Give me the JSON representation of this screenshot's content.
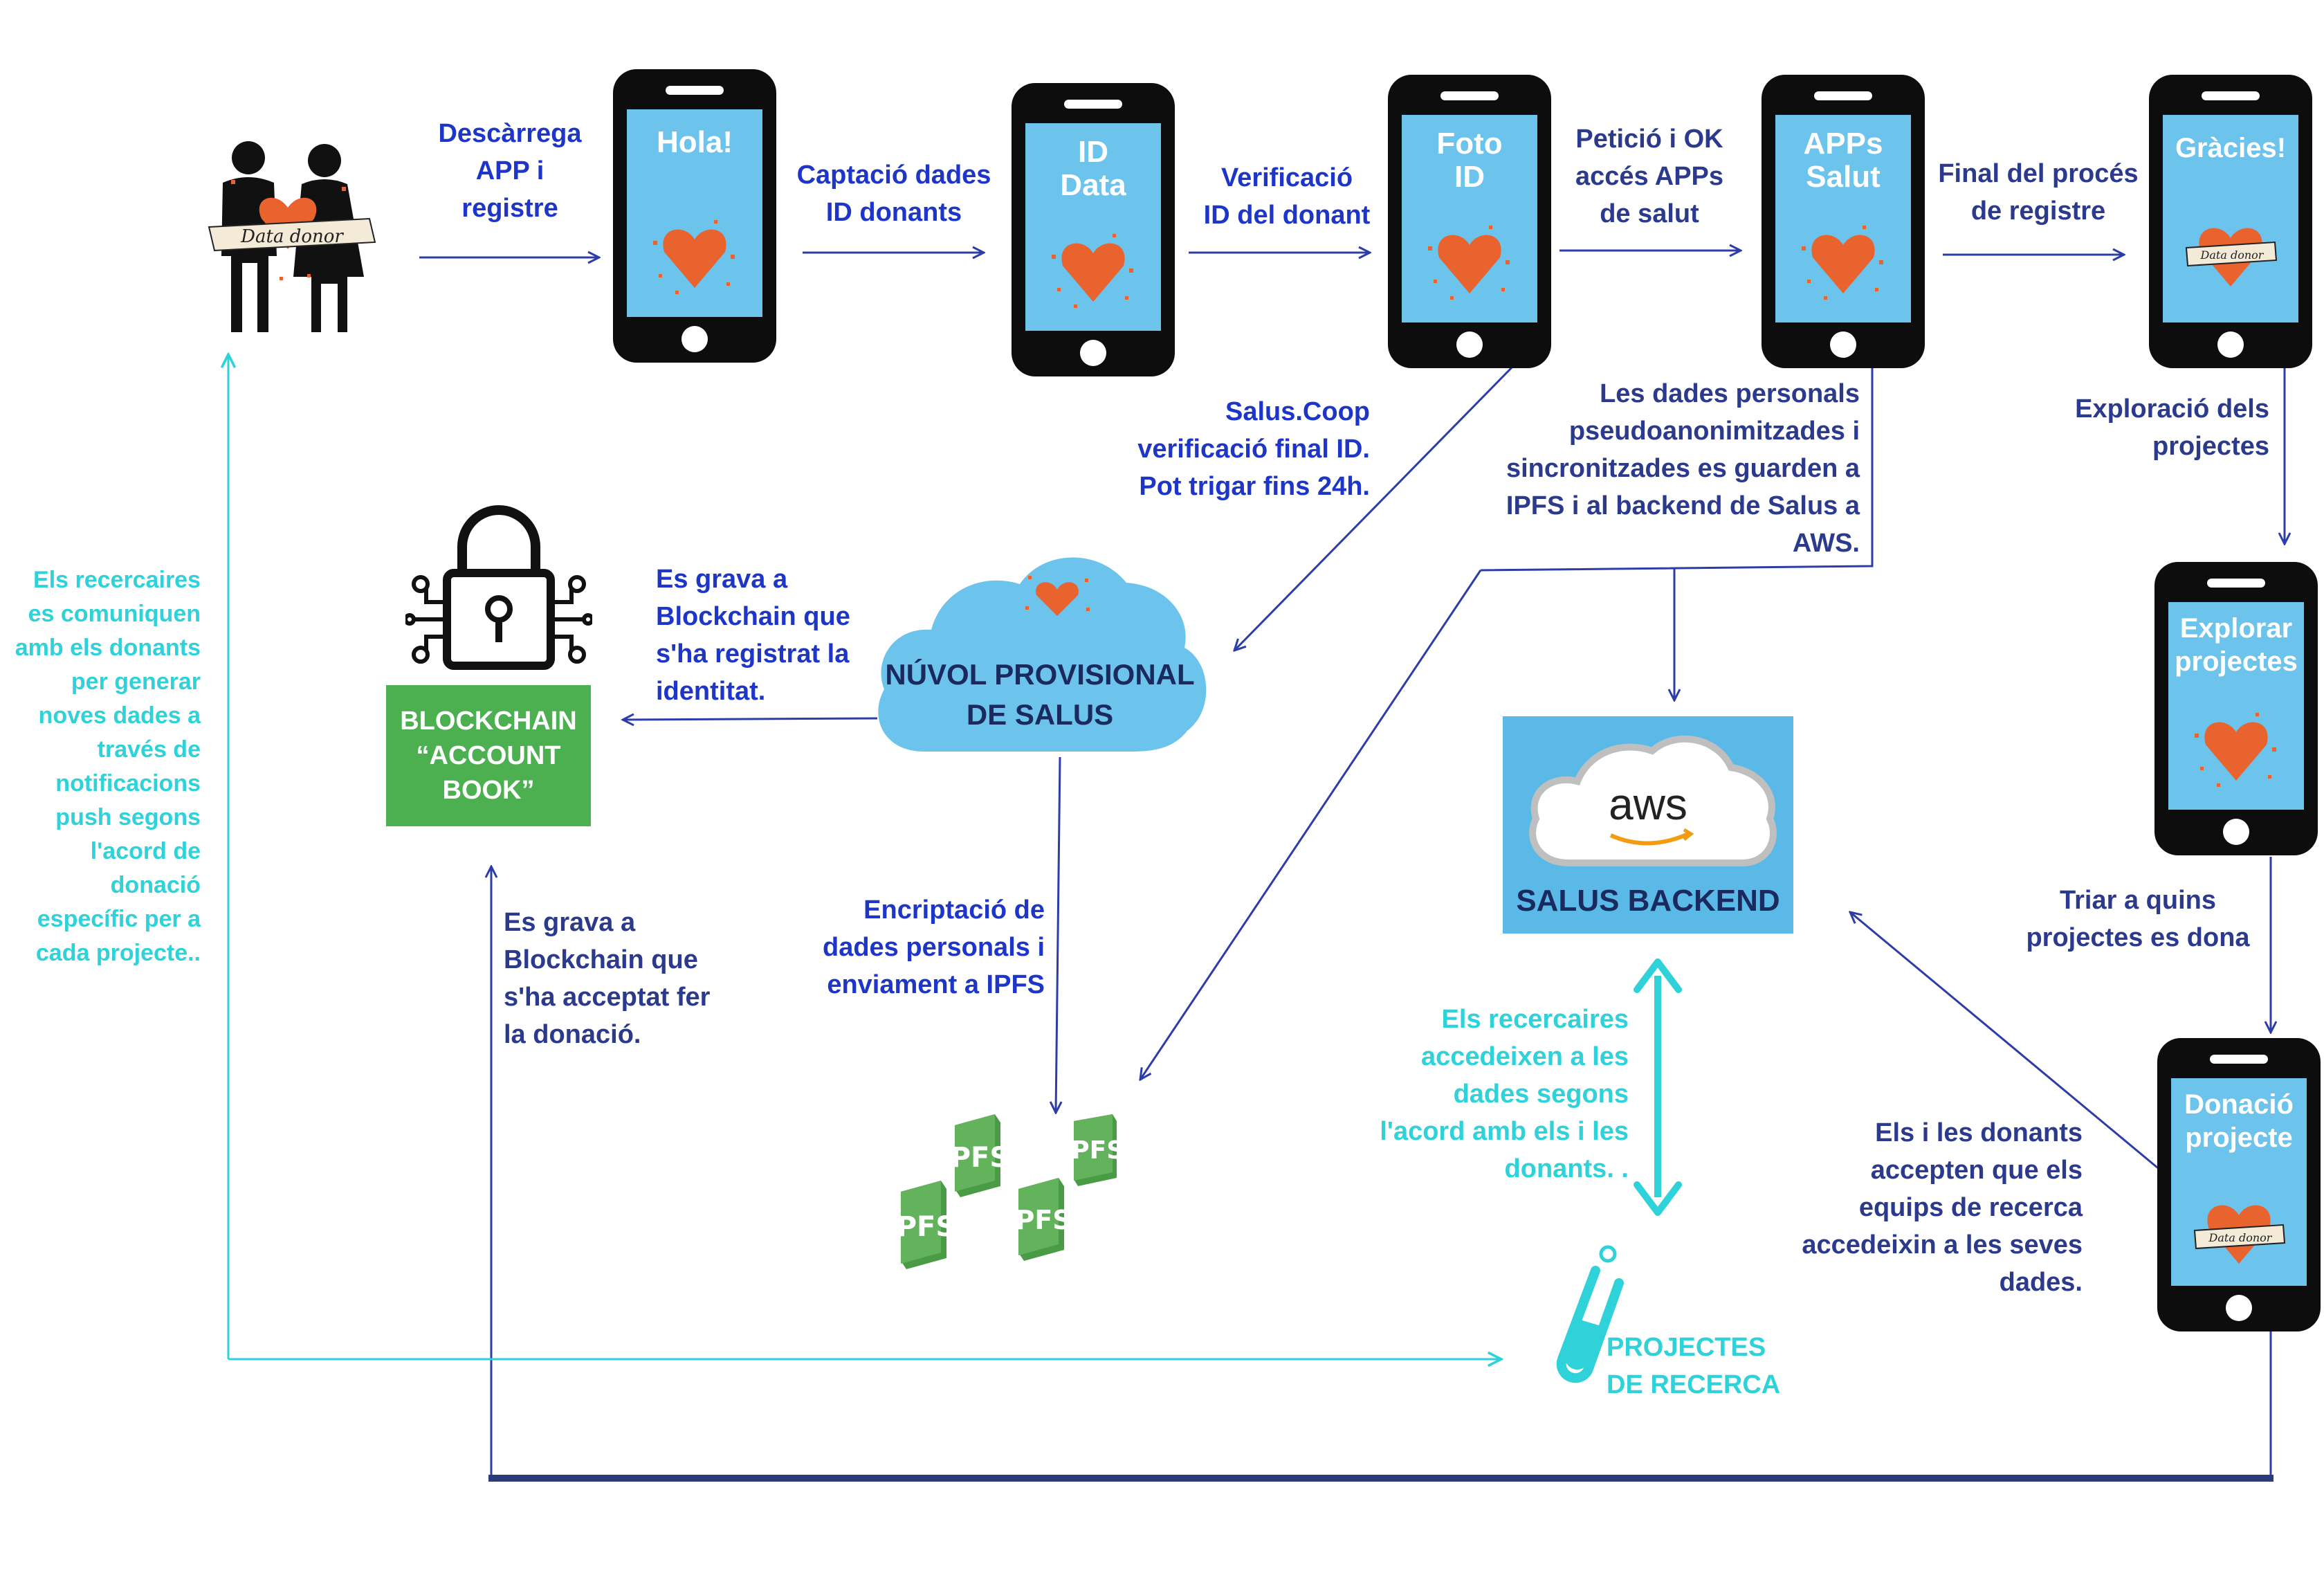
{
  "phones": [
    {
      "id": "hola",
      "title": "Hola!"
    },
    {
      "id": "iddata",
      "title": "ID\nData"
    },
    {
      "id": "fotoid",
      "title": "Foto\nID"
    },
    {
      "id": "appssalut",
      "title": "APPs\nSalut"
    },
    {
      "id": "gracies",
      "title": "Gràcies!"
    },
    {
      "id": "explorar",
      "title": "Explorar\nprojectes"
    },
    {
      "id": "donacio",
      "title": "Donació\nprojecte"
    }
  ],
  "flow_labels": {
    "descarrega": "Descàrrega\nAPP  i\nregistre",
    "captacio": "Captació dades\nID donants",
    "verificacio": "Verificació\nID del donant",
    "peticio": "Petició i OK\naccés APPs\nde salut",
    "final": "Final del procés\nde registre",
    "exploracio": "Exploració dels\nprojectes",
    "triar": "Triar a quins\nprojectes es dona",
    "salus_coop": "Salus.Coop\nverificació final ID.\nPot trigar fins 24h.",
    "dades_personals": "Les dades personals\npseudoanonimitzades  i\nsincronitzades es guarden a\nIPFS i al backend de Salus a\nAWS.",
    "es_grava_identitat": "Es grava  a\nBlockchain que\ns'ha registrat la\nidentitat.",
    "encriptacio": "Encriptació de\ndades personals i\nenviament a IPFS",
    "es_grava_donacio": "Es grava a\nBlockchain que\ns'ha acceptat fer\nla donació.",
    "donants_accepten": "Els i les donants\naccepten que els\nequips de recerca\naccedeixin a les seves\ndades.",
    "recercaires_comuniquen": "Els recercaires\nes comuniquen\namb els donants\nper generar\nnoves dades a\ntravés de\nnotificacions\npush segons\nl'acord  de\ndonació\nespecífic per a\ncada projecte..",
    "recercaires_accedeixen": "Els recercaires\naccedeixen a les\ndades segons\nl'acord amb els i les\ndonants.  ."
  },
  "nodes": {
    "blockchain": "BLOCKCHAIN\n“ACCOUNT\nBOOK”",
    "nuvol": "NÚVOL PROVISIONAL\nDE SALUS",
    "aws_word": "aws",
    "salus_backend": "SALUS BACKEND",
    "projectes": "PROJECTES\nDE RECERCA",
    "ipfs": "IPFS",
    "data_donor": "Data donor"
  },
  "colors": {
    "phone_body": "#0d0d0d",
    "screen": "#6cc3ec",
    "arrow_blue": "#2c3da8",
    "cyan": "#2fd2d8",
    "heart": "#e8632e",
    "green": "#4caf50",
    "ipfs_green": "#5cb85c",
    "aws_blue": "#5ab9e6",
    "bottom_bar": "#2b3a7a"
  },
  "icons": [
    "people-icon",
    "heart-icon",
    "padlock-circuit-icon",
    "cloud-icon",
    "aws-cloud-icon",
    "ipfs-cube-icon",
    "test-tube-icon"
  ]
}
